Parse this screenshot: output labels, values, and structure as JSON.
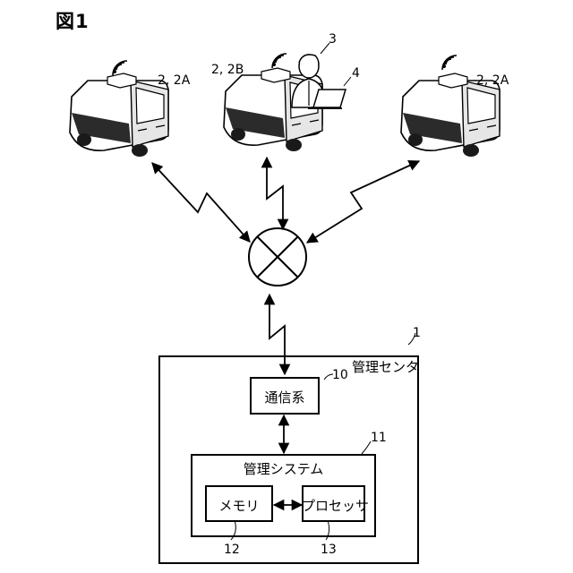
{
  "figure_title": "図1",
  "labels": {
    "vehicle_left": "2, 2A",
    "vehicle_center": "2, 2B",
    "vehicle_right": "2, 2A",
    "person": "3",
    "laptop": "4",
    "center_ref": "1",
    "center_name": "管理センタ",
    "comm_ref": "10",
    "comm_name": "通信系",
    "system_ref": "11",
    "system_name": "管理システム",
    "memory_name": "メモリ",
    "processor_name": "プロセッサ",
    "memory_ref": "12",
    "processor_ref": "13"
  }
}
